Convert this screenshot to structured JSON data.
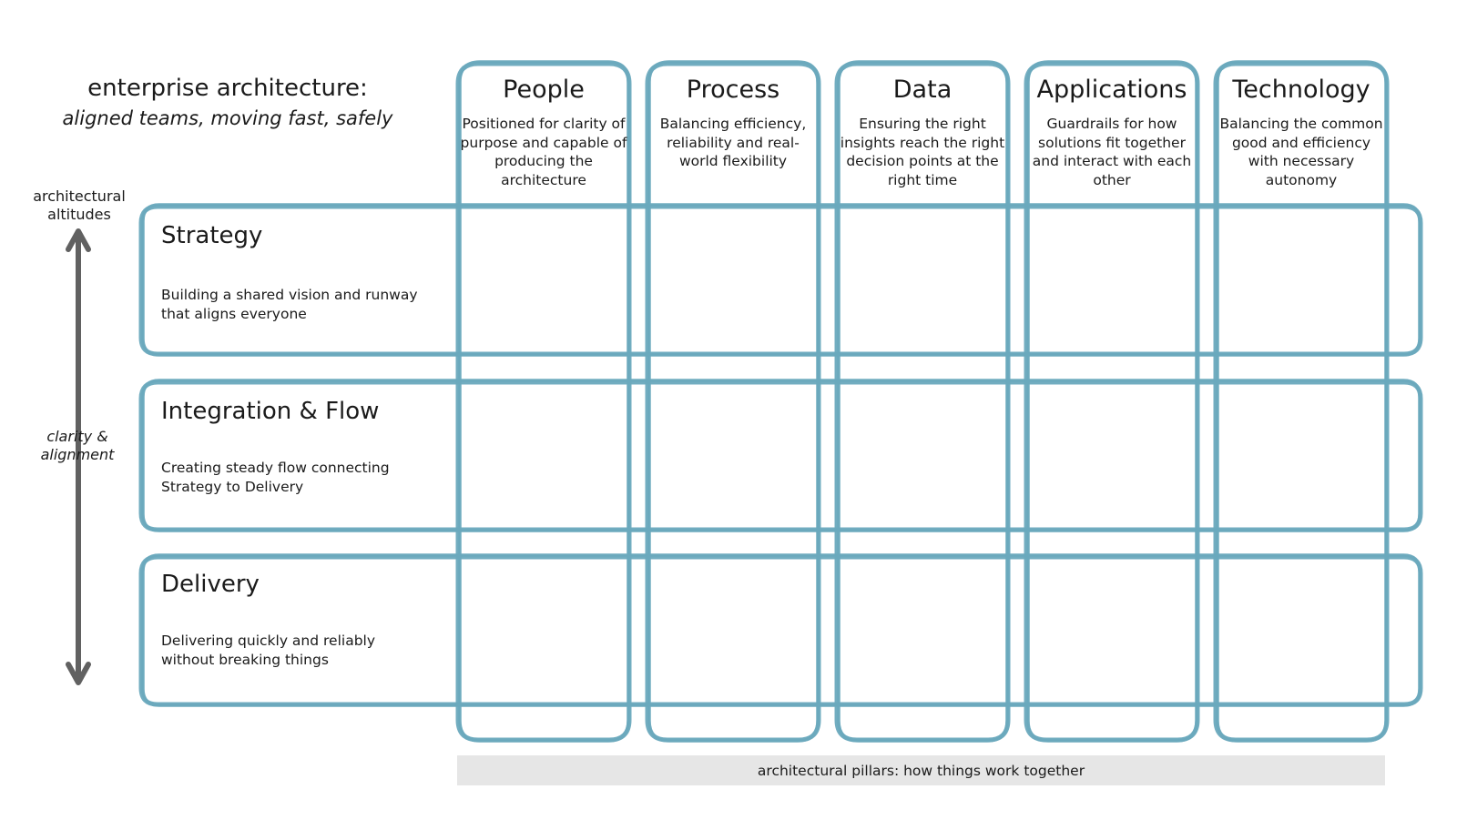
{
  "header": {
    "title": "enterprise architecture:",
    "subtitle": "aligned teams, moving fast, safely"
  },
  "pillars": [
    {
      "name": "People",
      "description": "Positioned for clarity of purpose and capable of producing the architecture"
    },
    {
      "name": "Process",
      "description": "Balancing efficiency, reliability and real-world flexibility"
    },
    {
      "name": "Data",
      "description": "Ensuring the right insights reach the right decision points at the right time"
    },
    {
      "name": "Applications",
      "description": "Guardrails for how solutions fit together and interact with each other"
    },
    {
      "name": "Technology",
      "description": "Balancing the common good and efficiency with necessary autonomy"
    }
  ],
  "altitudes": [
    {
      "name": "Strategy",
      "description": "Building a shared vision and runway that aligns everyone"
    },
    {
      "name": "Integration & Flow",
      "description": "Creating steady flow connecting Strategy to Delivery"
    },
    {
      "name": "Delivery",
      "description": "Delivering quickly and reliably without breaking things"
    }
  ],
  "axis": {
    "top_label": "architectural altitudes",
    "middle_label": "clarity & alignment"
  },
  "footer": {
    "label": "architectural pillars: how things work together"
  },
  "colors": {
    "frame_stroke": "#6aa9bd",
    "arrow": "#616161",
    "footer_background": "#e6e6e6",
    "text": "#1a1a1a"
  }
}
